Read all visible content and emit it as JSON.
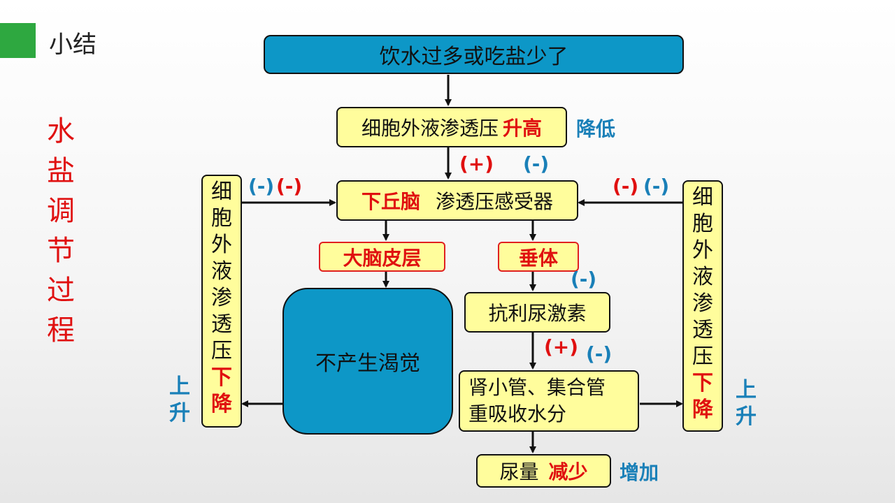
{
  "slide": {
    "title": "小结",
    "side_title": [
      "水",
      "盐",
      "调",
      "节",
      "过",
      "程"
    ],
    "colors": {
      "accent_green": "#2ea840",
      "box_blue": "#0d97c7",
      "box_yellow": "#fffd9c",
      "text_red": "#e01010",
      "text_blue": "#1a80b8"
    }
  },
  "diagram": {
    "start": "饮水过多或吃盐少了",
    "osmotic": {
      "text": "细胞外液渗透压",
      "change": "升高",
      "alt": "降低"
    },
    "signs": {
      "plus_left": "(+)",
      "minus_top": "(-)",
      "minus_left_blue": "(-)",
      "minus_left_red": "(-)",
      "minus_right_red": "(-)",
      "minus_right_blue": "(-)",
      "minus_adh": "(-)",
      "plus_kidney": "(+)",
      "minus_kidney": "(-)"
    },
    "hypothalamus": {
      "part": "下丘脑",
      "receptor": "渗透压感受器"
    },
    "cortex": "大脑皮层",
    "pituitary": "垂体",
    "adh": "抗利尿激素",
    "no_thirst": "不产生渴觉",
    "kidney": {
      "line1": "肾小管、集合管",
      "line2": "重吸收水分"
    },
    "urine": {
      "text": "尿量",
      "change": "减少",
      "alt": "增加"
    },
    "left_column": {
      "chars": [
        "细",
        "胞",
        "外",
        "液",
        "渗",
        "透",
        "压"
      ],
      "change": [
        "下",
        "降"
      ],
      "alt": [
        "上",
        "升"
      ]
    },
    "right_column": {
      "chars": [
        "细",
        "胞",
        "外",
        "液",
        "渗",
        "透",
        "压"
      ],
      "change": [
        "下",
        "降"
      ],
      "alt": [
        "上",
        "升"
      ]
    }
  }
}
